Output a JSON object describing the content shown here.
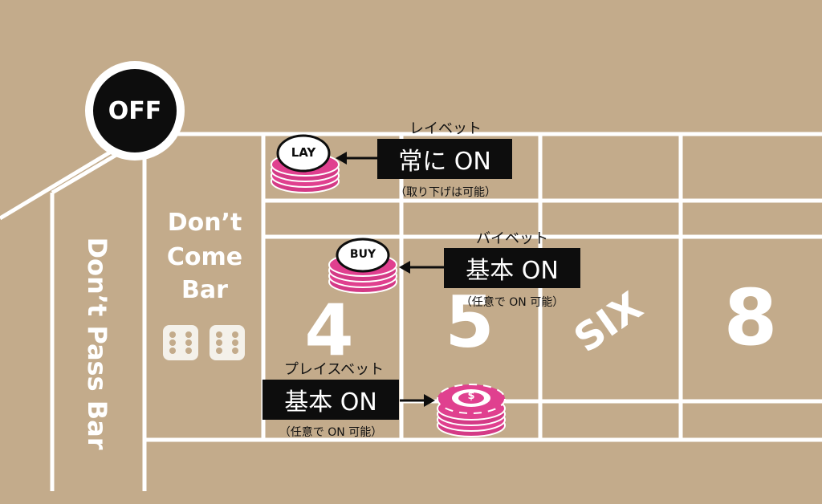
{
  "puck": {
    "label": "OFF"
  },
  "dont_come": {
    "line1": "Don’t",
    "line2": "Come",
    "line3": "Bar"
  },
  "dont_pass": {
    "label": "Don’t Pass Bar"
  },
  "numbers": {
    "four": "4",
    "five": "5",
    "six": "SIX",
    "eight": "8"
  },
  "lay_bet": {
    "caption": "レイベット",
    "box": "常に ON",
    "note": "（取り下げは可能）",
    "chip": "LAY"
  },
  "buy_bet": {
    "caption": "バイベット",
    "box": "基本 ON",
    "note": "（任意で ON 可能）",
    "chip": "BUY"
  },
  "place_bet": {
    "caption": "プレイスベット",
    "box": "基本 ON",
    "note": "（任意で ON 可能）",
    "chip": "$"
  },
  "colors": {
    "felt": "#c3ab8b",
    "line": "#ffffff",
    "chip": "#e0408f",
    "box": "#0d0d0d"
  }
}
